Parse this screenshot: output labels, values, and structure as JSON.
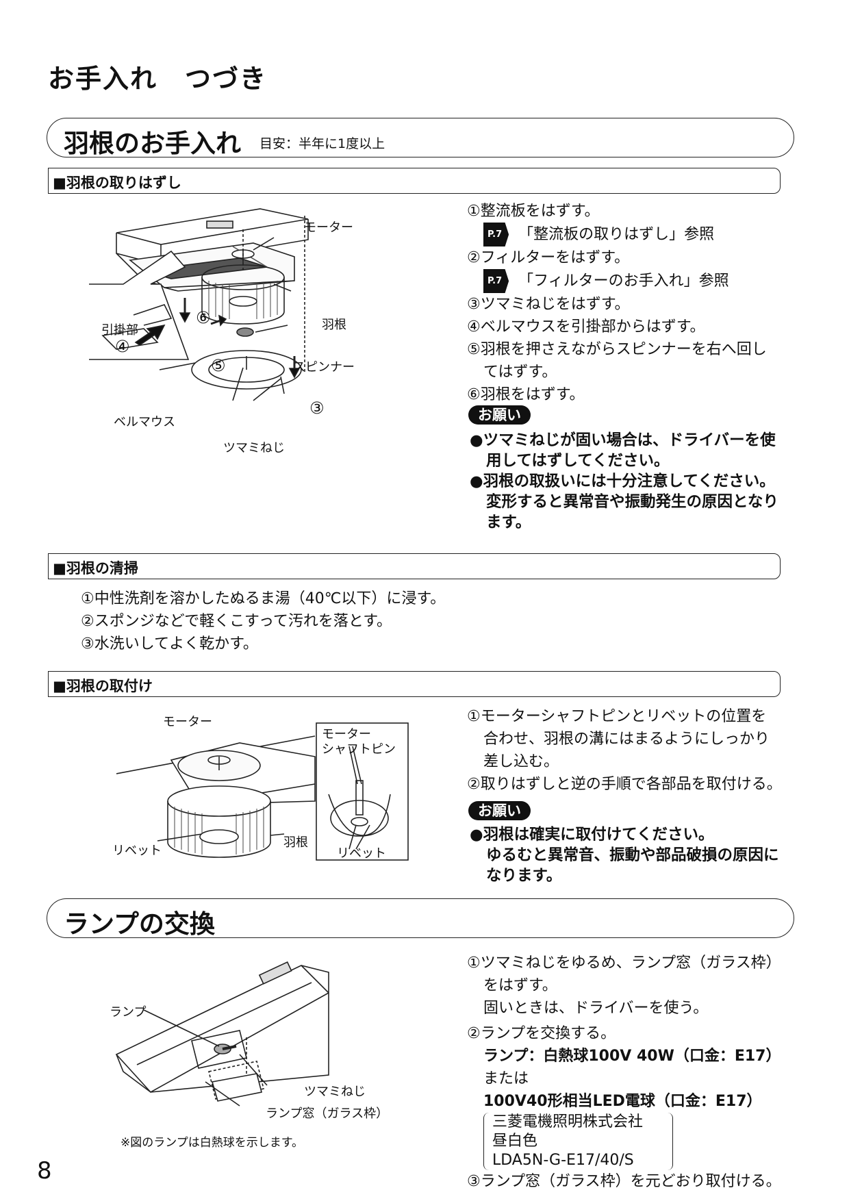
{
  "page_title": "お手入れ　つづき",
  "section1": {
    "title": "羽根のお手入れ",
    "subtitle": "目安：半年に1度以上",
    "removal": {
      "heading": "■羽根の取りはずし",
      "steps": [
        "①整流板をはずす。",
        "「整流板の取りはずし」参照",
        "②フィルターをはずす。",
        "「フィルターのお手入れ」参照",
        "③ツマミねじをはずす。",
        "④ベルマウスを引掛部からはずす。",
        "⑤羽根を押さえながらスピンナーを右へ回し",
        "てはずす。",
        "⑥羽根をはずす。"
      ],
      "ref_label": "P.7",
      "note_badge": "お願い",
      "notes": [
        "●ツマミねじが固い場合は、ドライバーを使",
        "用してはずしてください。",
        "●羽根の取扱いには十分注意してください。",
        "変形すると異常音や振動発生の原因となり",
        "ます。"
      ],
      "figure_labels": {
        "motor": "モーター",
        "hook": "引掛部",
        "fan": "羽根",
        "spinner": "スピンナー",
        "bellmouth": "ベルマウス",
        "knob_screw": "ツマミねじ",
        "n3": "③",
        "n4": "④",
        "n5": "⑤",
        "n6": "⑥"
      }
    },
    "cleaning": {
      "heading": "■羽根の清掃",
      "steps": [
        "①中性洗剤を溶かしたぬるま湯（40℃以下）に浸す。",
        "②スポンジなどで軽くこすって汚れを落とす。",
        "③水洗いしてよく乾かす。"
      ]
    },
    "install": {
      "heading": "■羽根の取付け",
      "steps": [
        "①モーターシャフトピンとリベットの位置を",
        "合わせ、羽根の溝にはまるようにしっかり",
        "差し込む。",
        "②取りはずしと逆の手順で各部品を取付ける。"
      ],
      "note_badge": "お願い",
      "notes": [
        "●羽根は確実に取付けてください。",
        "ゆるむと異常音、振動や部品破損の原因に",
        "なります。"
      ],
      "figure_labels": {
        "motor": "モーター",
        "shaft_pin_1": "モーター",
        "shaft_pin_2": "シャフトピン",
        "rivet_left": "リベット",
        "fan": "羽根",
        "rivet_right": "リベット"
      }
    }
  },
  "section2": {
    "title": "ランプの交換",
    "steps": [
      "①ツマミねじをゆるめ、ランプ窓（ガラス枠）",
      "をはずす。",
      "固いときは、ドライバーを使う。",
      "②ランプを交換する。",
      "ランプ：白熱球100V 40W（口金：E17）",
      "または",
      "100V40形相当LED電球（口金：E17）",
      "三菱電機照明株式会社",
      "昼白色",
      "LDA5N-G-E17/40/S",
      "③ランプ窓（ガラス枠）を元どおり取付ける。"
    ],
    "figure_labels": {
      "lamp": "ランプ",
      "knob_screw": "ツマミねじ",
      "lamp_window": "ランプ窓（ガラス枠）"
    },
    "figure_note": "※図のランプは白熱球を示します。"
  },
  "page_number": "8"
}
